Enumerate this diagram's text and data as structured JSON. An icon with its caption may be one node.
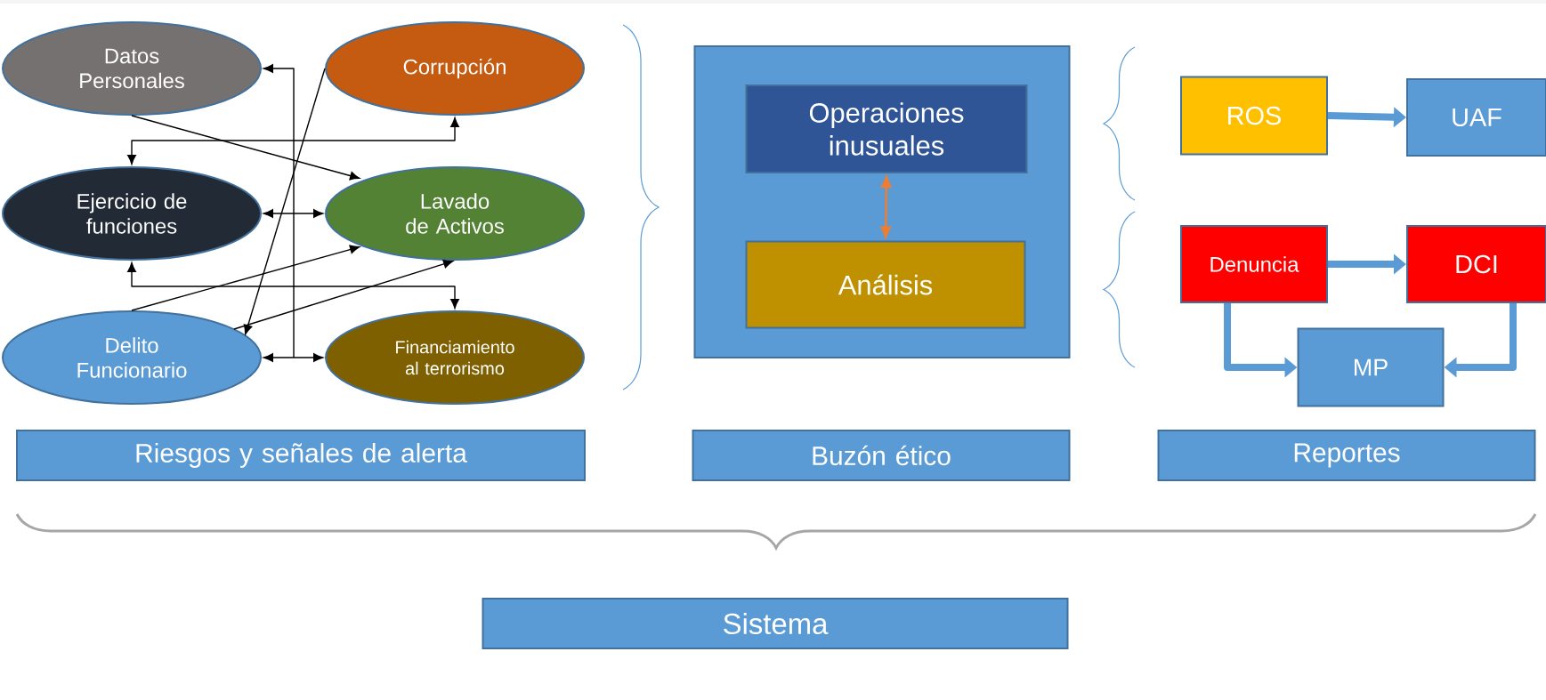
{
  "diagram": {
    "nodes": [
      {
        "text": [
          "Datos Personales"
        ]
      },
      {
        "text": [
          "Corrupción"
        ]
      },
      {
        "text": [
          "Ejercicio de funciones"
        ]
      },
      {
        "text": [
          "Lavado de Activos"
        ]
      },
      {
        "text": [
          "Delito Funcionario"
        ]
      },
      {
        "text": [
          "Financiamiento al terrorismo"
        ]
      },
      {
        "text": [],
        "shape": "box"
      },
      {
        "text": [
          "Operaciones inusuales"
        ],
        "in": 6
      },
      {
        "text": [
          "Análisis"
        ],
        "in": 6
      },
      {
        "text": [
          "ROS"
        ]
      },
      {
        "text": [
          "UAF"
        ]
      },
      {
        "text": [
          "Denuncia"
        ]
      },
      {
        "text": [
          "DCI"
        ]
      },
      {
        "text": [
          "MP"
        ]
      },
      {
        "text": [
          "Riesgos y señales de alerta"
        ]
      },
      {
        "text": [
          "Buzón ético"
        ]
      },
      {
        "text": [
          "Reportes"
        ]
      },
      {
        "text": [
          "Sistema"
        ]
      }
    ],
    "edges": [
      {
        "from": 4,
        "to": 5,
        "arrow": "both"
      },
      {
        "from": null,
        "to": 0,
        "arrow": "to"
      },
      {
        "from": 2,
        "to": 3,
        "arrow": "both"
      },
      {
        "from": 0,
        "to": 3,
        "arrow": "to"
      },
      {
        "from": 1,
        "to": 4,
        "arrow": "to"
      },
      {
        "from": 2,
        "to": 1,
        "arrow": "both"
      },
      {
        "from": 4,
        "to": 3,
        "arrow": "to"
      },
      {
        "from": 4,
        "to": 3,
        "arrow": "to"
      },
      {
        "from": 2,
        "to": 5,
        "arrow": "both"
      },
      {
        "from": 7,
        "to": 8,
        "arrow": "both",
        "color": "#ed7d31"
      },
      {
        "from": 9,
        "to": 10,
        "arrow": "to",
        "style": "thick",
        "color": "#5b9bd5"
      },
      {
        "from": 11,
        "to": 12,
        "arrow": "to",
        "style": "thick",
        "color": "#5b9bd5"
      },
      {
        "from": 11,
        "to": 13,
        "arrow": "to",
        "style": "thick",
        "color": "#5b9bd5"
      },
      {
        "from": 12,
        "to": 13,
        "arrow": "to",
        "style": "thick",
        "color": "#5b9bd5"
      }
    ]
  }
}
